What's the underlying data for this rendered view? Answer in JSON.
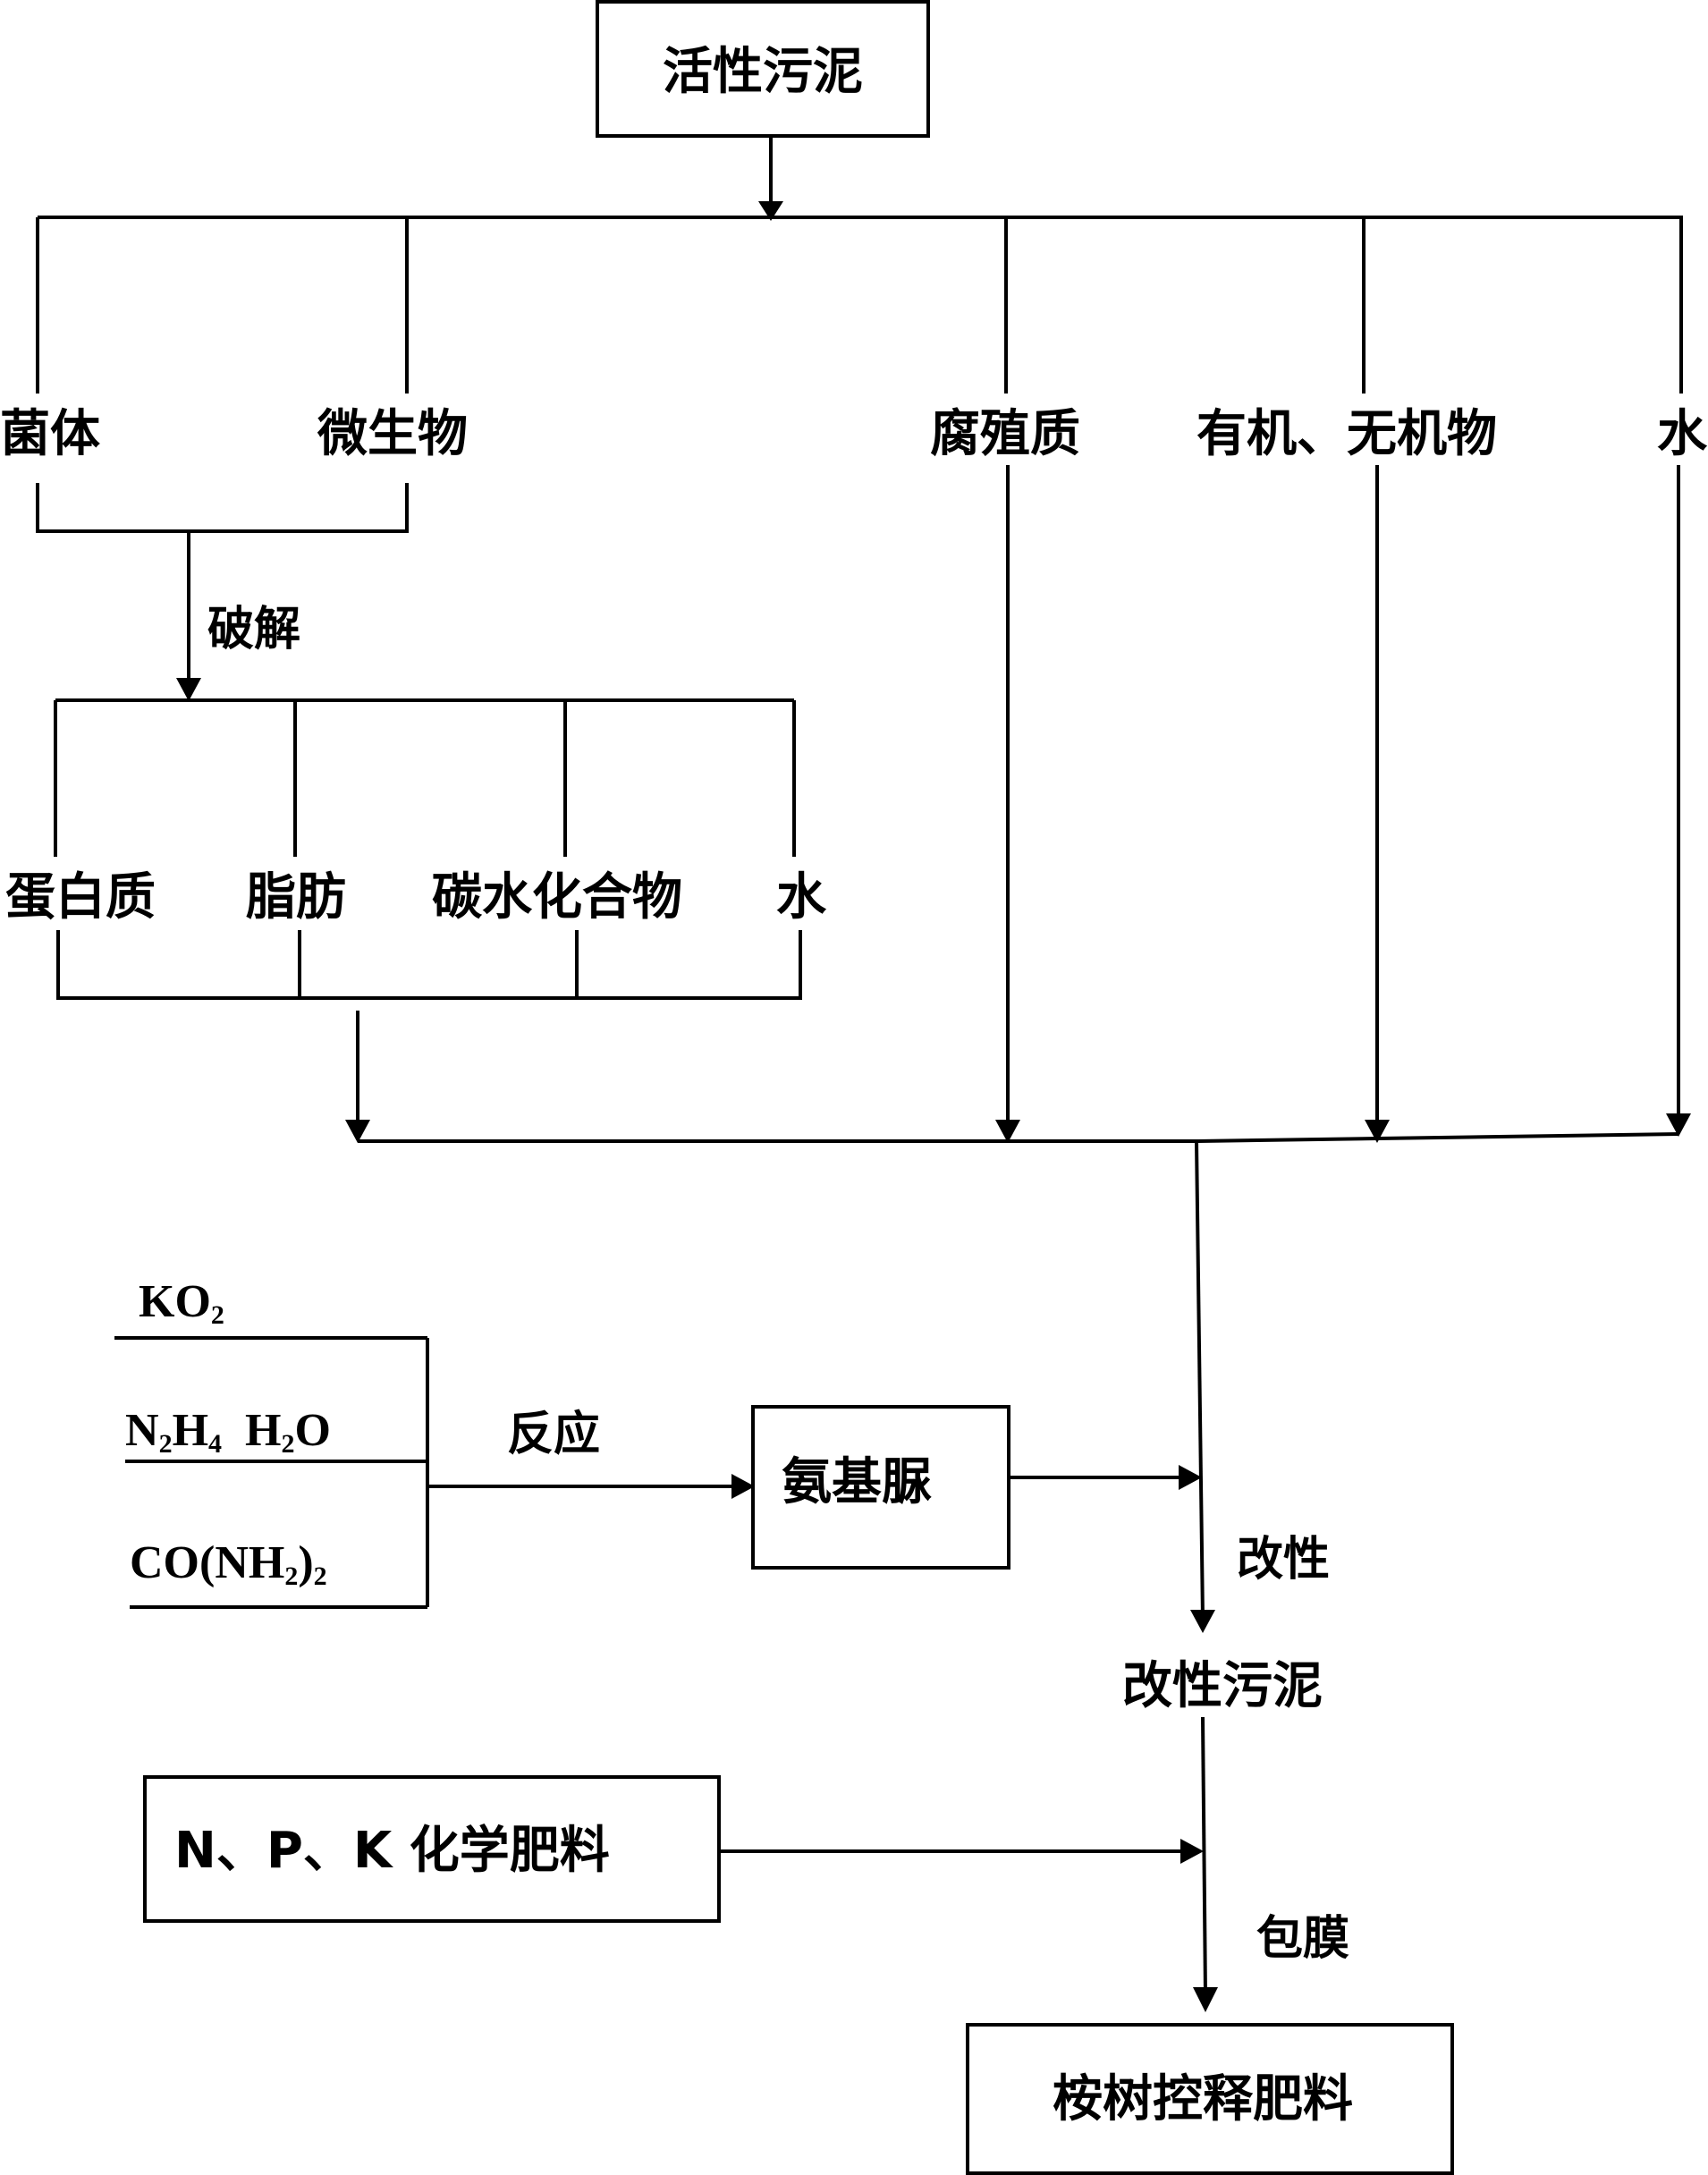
{
  "nodes": {
    "activated_sludge": "活性污泥",
    "bacteria": "菌体",
    "microorganisms": "微生物",
    "humus": "腐殖质",
    "organic_inorganic": "有机、无机物",
    "water_top": "水",
    "protein": "蛋白质",
    "fat": "脂肪",
    "carbohydrate": "碳水化合物",
    "water_mid": "水",
    "aminourea": "氨基脲",
    "modified_sludge": "改性污泥",
    "npk_fertilizer": "N、P、K 化学肥料",
    "eucalyptus_fertilizer": "桉树控释肥料"
  },
  "reagents": {
    "ko2": {
      "base": "KO",
      "sub": "2"
    },
    "hydrazine": {
      "n": "N",
      "n_sub": "2",
      "h": "H",
      "h_sub": "4",
      "h2": "H",
      "h2_sub": "2",
      "o": "O"
    },
    "urea": {
      "prefix": "CO(NH",
      "sub1": "2",
      "mid": ")",
      "sub2": "2"
    }
  },
  "edges": {
    "crack": "破解",
    "react": "反应",
    "modify": "改性",
    "coat": "包膜"
  }
}
